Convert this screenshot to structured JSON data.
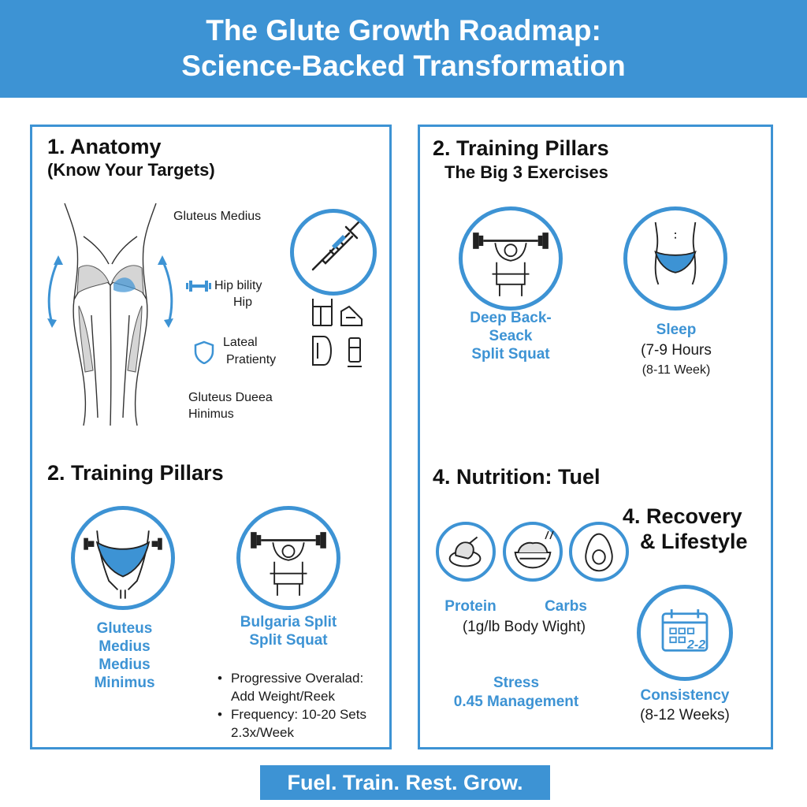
{
  "header": {
    "title_line1": "The Glute Growth Roadmap:",
    "title_line2": "Science-Backed Transformation"
  },
  "colors": {
    "brand_blue": "#3d93d4",
    "text_dark": "#1a1a1a",
    "background": "#ffffff"
  },
  "left_panel": {
    "anatomy": {
      "title": "1. Anatomy",
      "subtitle": "(Know Your Targets)",
      "labels": {
        "gluteus_medius": "Gluteus Medius",
        "hip_line1": "Hip bility",
        "hip_line2": "Hip",
        "lateral_line1": "Lateal",
        "lateral_line2": "Pratienty",
        "lower_line1": "Gluteus Dueea",
        "lower_line2": "Hinimus"
      },
      "icons": [
        "syringe-icon",
        "dumbbell-icon",
        "shield-icon",
        "equipment-icon"
      ]
    },
    "training": {
      "title": "2. Training Pillars",
      "item1_label": [
        "Gluteus",
        "Medius",
        "Medius",
        "Minimus"
      ],
      "item2_label": [
        "Bulgaria Split",
        "Split Squat"
      ],
      "bullets": [
        [
          "Progressive Overalad:",
          "Add Weight/Reek"
        ],
        [
          "Frequency: 10-20 Sets",
          "2.3x/Week"
        ]
      ]
    }
  },
  "right_panel": {
    "training": {
      "title": "2. Training Pillars",
      "subtitle": "The Big 3 Exercises",
      "exercise_label": [
        "Deep Back-",
        "Seack",
        "Split Squat"
      ],
      "sleep_title": "Sleep",
      "sleep_hours": "(7-9 Hours",
      "sleep_weeks": "(8-11 Week)"
    },
    "nutrition": {
      "title": "4. Nutrition: Tuel",
      "protein_label": "Protein",
      "carbs_label": "Carbs",
      "protein_note": "(1g/lb Body Wight)",
      "stress_line1": "Stress",
      "stress_line2": "0.45 Management",
      "icons": [
        "chicken-icon",
        "rice-bowl-icon",
        "avocado-icon"
      ]
    },
    "recovery": {
      "title_line1": "4. Recovery",
      "title_line2": "& Lifestyle",
      "calendar_text": "2-2",
      "consistency_title": "Consistency",
      "consistency_weeks": "(8-12 Weeks)"
    }
  },
  "footer": {
    "tagline": "Fuel. Train. Rest. Grow."
  }
}
